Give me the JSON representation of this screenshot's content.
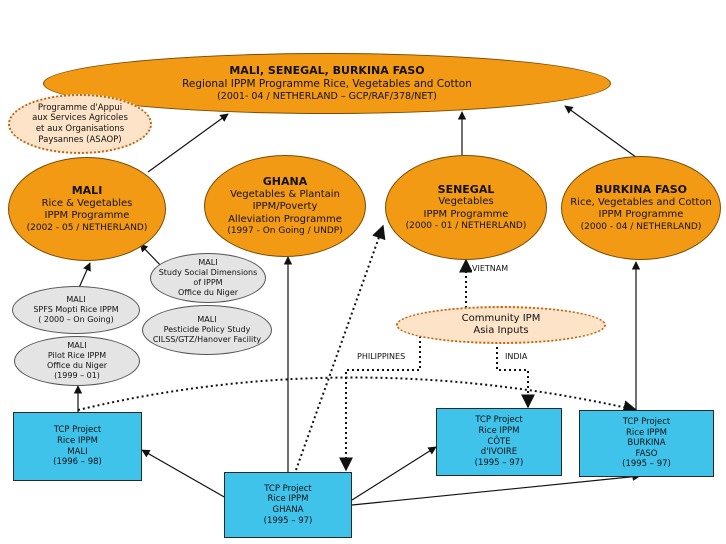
{
  "regional": {
    "title": "MALI, SENEGAL, BURKINA FASO",
    "line1": "Regional IPPM Programme Rice, Vegetables and Cotton",
    "line2": "(2001- 04 / NETHERLAND – GCP/RAF/378/NET)"
  },
  "asaop": [
    "Programme d'Appui",
    "aux Services Agricoles",
    "et aux Organisations",
    "Paysannes (ASAOP)"
  ],
  "mali_prog": {
    "title": "MALI",
    "lines": [
      "Rice & Vegetables",
      "IPPM Programme",
      "(2002 - 05 / NETHERLAND)"
    ]
  },
  "ghana_prog": {
    "title": "GHANA",
    "lines": [
      "Vegetables & Plantain",
      "IPPM/Poverty",
      "Alleviation Programme",
      "(1997 - On Going / UNDP)"
    ]
  },
  "senegal_prog": {
    "title": "SENEGAL",
    "lines": [
      "Vegetables",
      "IPPM Programme",
      "(2000 - 01 / NETHERLAND)"
    ]
  },
  "burkina_prog": {
    "title": "BURKINA FASO",
    "lines": [
      "Rice, Vegetables and Cotton",
      "IPPM Programme",
      "(2000 - 04 / NETHERLAND)"
    ]
  },
  "mali_social": [
    "MALI",
    "Study Social Dimensions",
    "of IPPM",
    "Office du Niger"
  ],
  "mali_pesticide": [
    "MALI",
    "Pesticide Policy Study",
    "CILSS/GTZ/Hanover Facility"
  ],
  "mali_spfs": [
    "MALI",
    "SPFS Mopti Rice IPPM",
    "( 2000 – On Going)"
  ],
  "mali_pilot": [
    "MALI",
    "Pilot Rice IPPM",
    "Office du Niger",
    "(1999 – 01)"
  ],
  "asia": [
    "Community IPM",
    "Asia Inputs"
  ],
  "labels": {
    "vietnam": "VIETNAM",
    "philippines": "PHILIPPINES",
    "india": "INDIA"
  },
  "tcp_mali": [
    "TCP Project",
    "Rice IPPM",
    "MALI",
    "(1996 – 98)"
  ],
  "tcp_ghana": [
    "TCP Project",
    "Rice IPPM",
    "GHANA",
    "(1995 – 97)"
  ],
  "tcp_cote": [
    "TCP Project",
    "Rice IPPM",
    "CÔTE",
    "d'IVOIRE",
    "(1995 – 97)"
  ],
  "tcp_burkina": [
    "TCP Project",
    "Rice IPPM",
    "BURKINA",
    "FASO",
    "(1995 – 97)"
  ]
}
